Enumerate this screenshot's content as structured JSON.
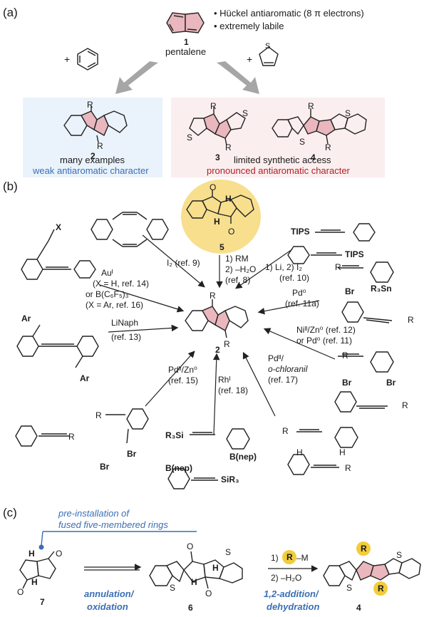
{
  "panels": {
    "a": "(a)",
    "b": "(b)",
    "c": "(c)"
  },
  "a": {
    "bullet1": "• Hückel antiaromatic (8 π electrons)",
    "bullet2": "• extremely labile",
    "pentalene_num": "1",
    "pentalene": "pentalene",
    "plus1": "+",
    "plus2": "+",
    "cmp2": "2",
    "cmp3": "3",
    "cmp4": "4",
    "many": "many examples",
    "weak": "weak antiaromatic character",
    "limited": "limited synthetic access",
    "pronounced": "pronounced antiaromatic character",
    "R": "R",
    "S": "S"
  },
  "b": {
    "cmp5": "5",
    "center": "2",
    "routes": {
      "r1a": "1) RM",
      "r1b": "2) –H₂O",
      "r1c": "(ref. 8)",
      "r2": "I₂ (ref. 9)",
      "r3a": "1) Li, 2) I₂",
      "r3b": "(ref. 10)",
      "r4a": "Auᴵ",
      "r4b": "(X = H, ref. 14)",
      "r4c": "or B(C₆F₅)₃",
      "r4d": "(X = Ar, ref. 16)",
      "r5a": "Pd⁰",
      "r5b": "(ref. 11a)",
      "r6a": "LiNaph",
      "r6b": "(ref. 13)",
      "r7a": "Niᴵᴵ/Zn⁰ (ref. 12)",
      "r7b": "or Pd⁰ (ref. 11)",
      "r8a": "Pdᴵᴵ/Zn⁰",
      "r8b": "(ref. 15)",
      "r9a": "Rhᴵ",
      "r9b": "(ref. 18)",
      "r10a": "Pdᴵᴵ/",
      "r10b": "o-chloranil",
      "r10c": "(ref. 17)"
    },
    "labels": {
      "tips1": "TIPS",
      "tips2": "TIPS",
      "X": "X",
      "Ar1": "Ar",
      "Ar2": "Ar",
      "R3Sn": "R₃Sn",
      "Br": "Br",
      "Br2": "Br",
      "Br3": "Br",
      "Br4": "Br",
      "Br5": "Br",
      "R3Si": "R₃Si",
      "SiR3": "SiR₃",
      "Bnep1": "B(nep)",
      "Bnep2": "B(nep)",
      "H1": "H",
      "H2": "H",
      "O": "O"
    }
  },
  "c": {
    "note1": "pre-installation of",
    "note2": "fused five-membered rings",
    "cmp7": "7",
    "cmp6": "6",
    "cmp4": "4",
    "ann1": "annulation/",
    "ann2": "oxidation",
    "add1": "1,2-addition/",
    "add2": "dehydration",
    "step1a": "1)",
    "step1b": "–M",
    "step2": "2) –H₂O"
  },
  "colors": {
    "pink": "#e9b7bd",
    "lightblue": "#eaf3fb",
    "lightred": "#fbeeee",
    "yellow": "#f7df8e",
    "gray": "#a6a6a6",
    "blue": "#3a6fb5",
    "red": "#b0202a",
    "gold": "#f2cc3a"
  }
}
